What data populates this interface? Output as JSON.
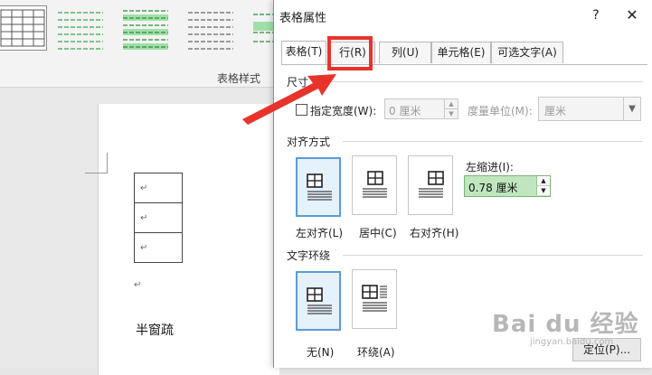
{
  "ribbon": {
    "group_label": "表格样式"
  },
  "document": {
    "para_mark": "↵",
    "body_text": "半窗疏"
  },
  "dialog": {
    "title": "表格属性",
    "help_label": "?",
    "close_label": "✕",
    "tabs": [
      {
        "label": "表格(T)",
        "active": true
      },
      {
        "label": "行(R)",
        "active": false
      },
      {
        "label": "列(U)",
        "active": false
      },
      {
        "label": "单元格(E)",
        "active": false
      },
      {
        "label": "可选文字(A)",
        "active": false
      }
    ],
    "size": {
      "section_label": "尺寸",
      "width_checkbox_label": "指定宽度(W):",
      "width_checked": false,
      "width_value": "0 厘米",
      "measure_label": "度量单位(M):",
      "measure_value": "厘米"
    },
    "alignment": {
      "section_label": "对齐方式",
      "left_label": "左对齐(L)",
      "center_label": "居中(C)",
      "right_label": "右对齐(H)",
      "selected": "left",
      "indent_label": "左缩进(I):",
      "indent_value": "0.78 厘米"
    },
    "wrapping": {
      "section_label": "文字环绕",
      "none_label": "无(N)",
      "around_label": "环绕(A)",
      "selected": "none"
    },
    "position_button_label": "定位(P)..."
  },
  "watermark": {
    "logo": "Bai du 经验",
    "url": "jingyan.baidu.com"
  },
  "colors": {
    "highlight_red": "#e8332b",
    "indent_field_green": "#bfe6bf",
    "selected_tile_blue": "#5c9bd8"
  }
}
